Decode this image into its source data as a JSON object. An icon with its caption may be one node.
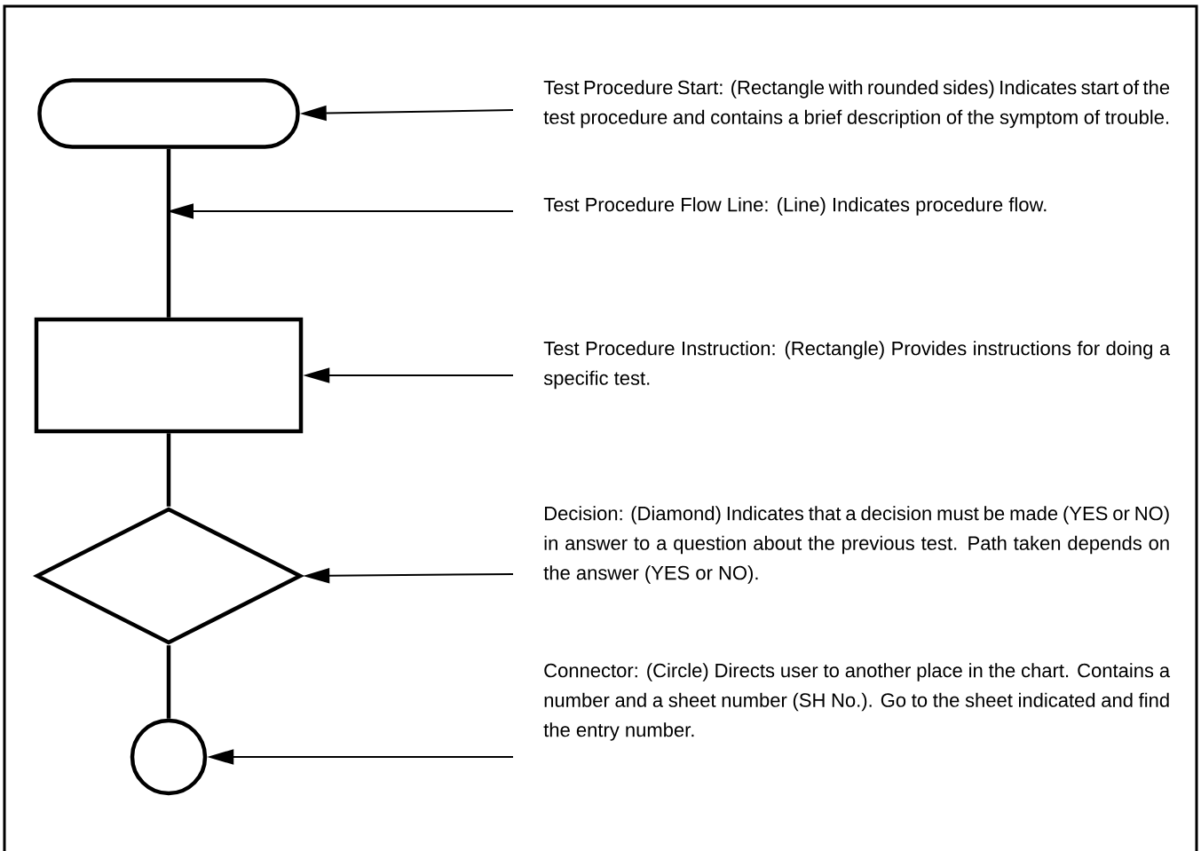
{
  "diagram": {
    "nodes": [
      {
        "text": [],
        "shape": "oval"
      },
      {
        "text": [],
        "shape": "box"
      },
      {
        "text": [],
        "shape": "diamond"
      },
      {
        "text": [],
        "shape": "circle"
      },
      {
        "text": [
          "Test Procedure Start: (Rectangle with rounded sides) Indicates start of the test procedure and contains a brief description of the symptom of trouble."
        ]
      },
      {
        "text": [
          "Test Procedure Flow Line: (Line) Indicates procedure flow."
        ]
      },
      {
        "text": [
          "Test Procedure Instruction: (Rectangle) Provides instructions for doing a specific test."
        ]
      },
      {
        "text": [
          "Decision: (Diamond) Indicates that a decision must be made (YES or NO) in answer to a question about the previous test. Path taken depends on the answer (YES or NO)."
        ]
      },
      {
        "text": [
          "Connector: (Circle) Directs user to another place in the chart. Contains a number and a sheet number (SH No.). Go to the sheet indicated and find the entry number."
        ]
      }
    ],
    "edges": [
      {
        "from": 0,
        "to": 1,
        "arrow": "none",
        "style": "thick"
      },
      {
        "from": 1,
        "to": 2,
        "arrow": "none",
        "style": "thick"
      },
      {
        "from": 2,
        "to": 3,
        "arrow": "none",
        "style": "thick"
      },
      {
        "from": 4,
        "to": 0,
        "arrow": "to"
      },
      {
        "from": 5,
        "to": null,
        "arrow": "to"
      },
      {
        "from": 6,
        "to": 1,
        "arrow": "to"
      },
      {
        "from": 7,
        "to": 2,
        "arrow": "to"
      },
      {
        "from": 8,
        "to": 3,
        "arrow": "to"
      }
    ]
  }
}
